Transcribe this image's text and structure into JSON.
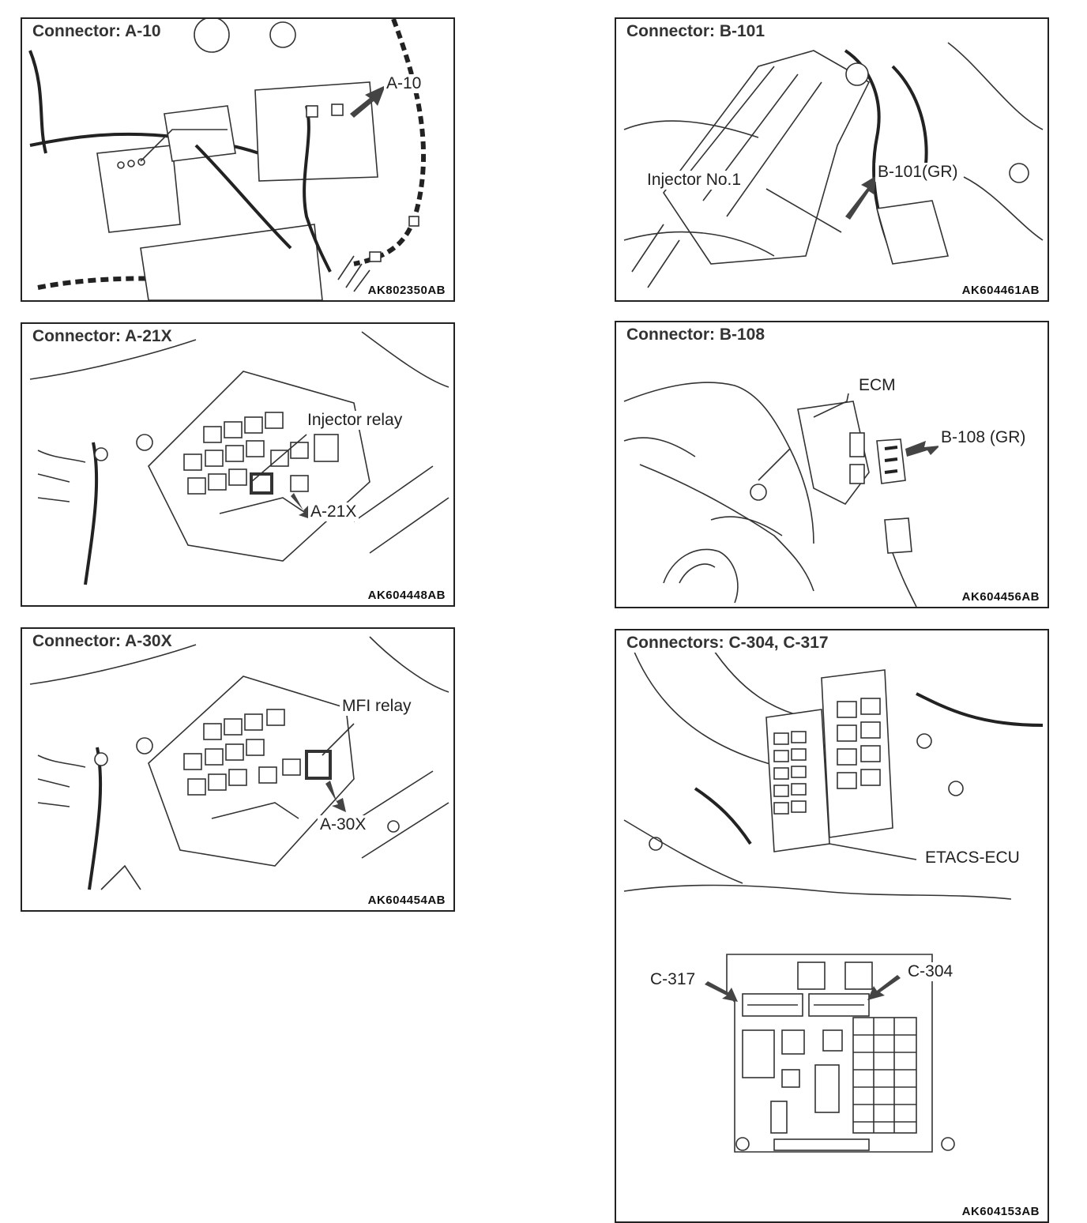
{
  "panels": {
    "a10": {
      "title": "Connector: A-10",
      "code": "AK802350AB",
      "labels": {
        "conn": "A-10"
      }
    },
    "b101": {
      "title": "Connector: B-101",
      "code": "AK604461AB",
      "labels": {
        "injector": "Injector No.1",
        "conn": "B-101(GR)"
      }
    },
    "a21x": {
      "title": "Connector: A-21X",
      "code": "AK604448AB",
      "labels": {
        "relay": "Injector relay",
        "conn": "A-21X"
      }
    },
    "b108": {
      "title": "Connector: B-108",
      "code": "AK604456AB",
      "labels": {
        "ecm": "ECM",
        "conn": "B-108 (GR)"
      }
    },
    "a30x": {
      "title": "Connector: A-30X",
      "code": "AK604454AB",
      "labels": {
        "relay": "MFI relay",
        "conn": "A-30X"
      }
    },
    "c304": {
      "title": "Connectors:  C-304, C-317",
      "code": "AK604153AB",
      "labels": {
        "etacs": "ETACS-ECU",
        "c317": "C-317",
        "c304": "C-304"
      }
    }
  }
}
